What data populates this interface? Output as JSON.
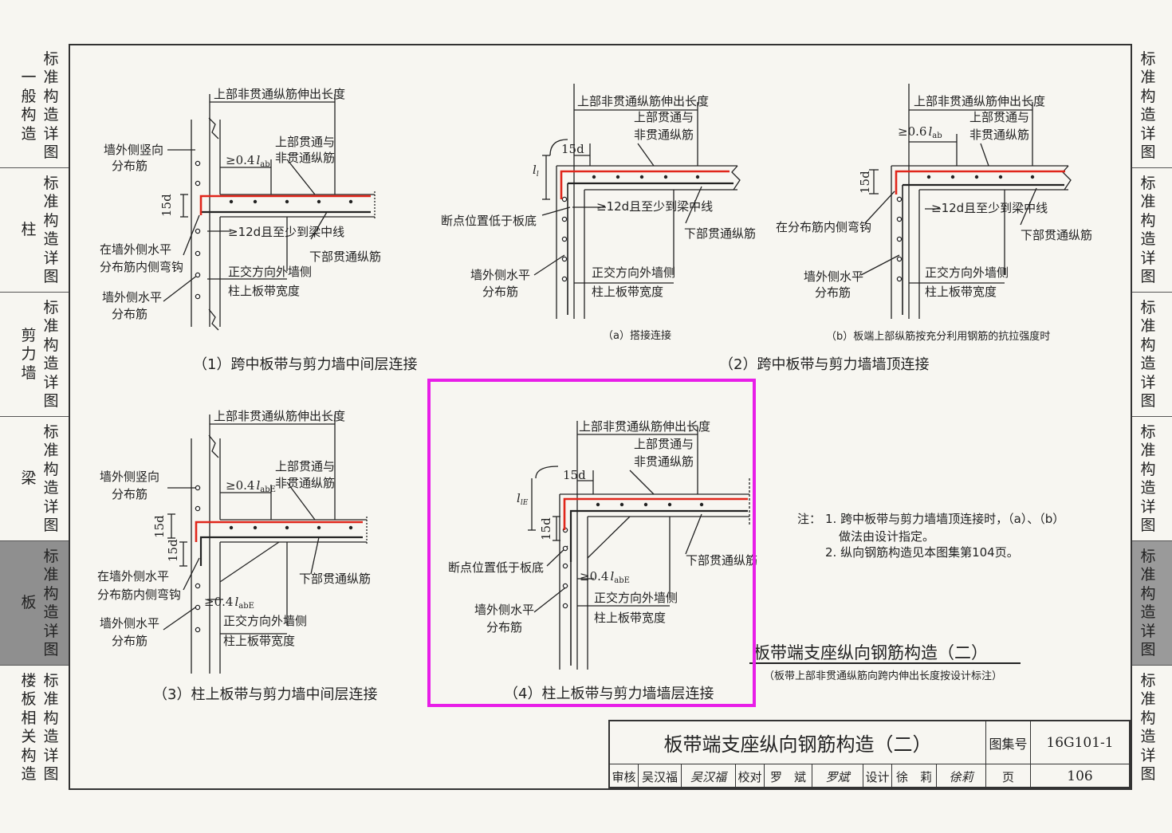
{
  "left_tabs": [
    {
      "left": "一般构造",
      "right": "标准构造详图"
    },
    {
      "left": "柱",
      "right": "标准构造详图"
    },
    {
      "left": "剪力墙",
      "right": "标准构造详图"
    },
    {
      "left": "梁",
      "right": "标准构造详图"
    },
    {
      "left": "板",
      "right": "标准构造详图",
      "active": true
    },
    {
      "left": "楼板相关构造",
      "right": "标准构造详图"
    }
  ],
  "right_tabs": [
    {
      "text": "标准构造详图"
    },
    {
      "text": "标准构造详图"
    },
    {
      "text": "标准构造详图"
    },
    {
      "text": "标准构造详图"
    },
    {
      "text": "标准构造详图",
      "active": true
    },
    {
      "text": "标准构造详图"
    }
  ],
  "diagram1": {
    "caption": "（1）跨中板带与剪力墙中间层连接",
    "top_dim": "上部非贯通纵筋伸出长度",
    "upper_bars": "上部贯通与",
    "upper_bars2": "非贯通纵筋",
    "wall_vert": "墙外侧竖向",
    "wall_vert2": "分布筋",
    "anchor": "≥0.4",
    "anchor_sub": "ab",
    "bend": "15d",
    "d12": "≥12d且至少到梁中线",
    "hook": "在墙外侧水平",
    "hook2": "分布筋内侧弯钩",
    "bottom": "下部贯通纵筋",
    "ortho": "正交方向外墙侧",
    "ortho2": "柱上板带宽度",
    "horiz": "墙外侧水平",
    "horiz2": "分布筋"
  },
  "diagram2a": {
    "caption": "（a）搭接连接",
    "top_dim": "上部非贯通纵筋伸出长度",
    "upper_bars": "上部贯通与",
    "upper_bars2": "非贯通纵筋",
    "bend": "15d",
    "ll": "l",
    "ll_sub": "l",
    "d12": "≥12d且至少到梁中线",
    "break": "断点位置低于板底",
    "bottom": "下部贯通纵筋",
    "horiz": "墙外侧水平",
    "horiz2": "分布筋",
    "ortho": "正交方向外墙侧",
    "ortho2": "柱上板带宽度"
  },
  "diagram2b": {
    "caption": "（b）板端上部纵筋按充分利用钢筋的抗拉强度时",
    "top_dim": "上部非贯通纵筋伸出长度",
    "anchor": "≥0.6",
    "anchor_sub": "ab",
    "upper_bars": "上部贯通与",
    "upper_bars2": "非贯通纵筋",
    "bend": "15d",
    "d12": "≥12d且至少到梁中线",
    "hook": "在分布筋内侧弯钩",
    "bottom": "下部贯通纵筋",
    "horiz": "墙外侧水平",
    "horiz2": "分布筋",
    "ortho": "正交方向外墙侧",
    "ortho2": "柱上板带宽度"
  },
  "diagram2_caption": "（2）跨中板带与剪力墙墙顶连接",
  "diagram3": {
    "caption": "（3）柱上板带与剪力墙中间层连接",
    "top_dim": "上部非贯通纵筋伸出长度",
    "upper_bars": "上部贯通与",
    "upper_bars2": "非贯通纵筋",
    "wall_vert": "墙外侧竖向",
    "wall_vert2": "分布筋",
    "anchor": "≥0.4",
    "anchor_sub": "abE",
    "bend1": "15d",
    "bend2": "15d",
    "hook": "在墙外侧水平",
    "hook2": "分布筋内侧弯钩",
    "bottom": "下部贯通纵筋",
    "anchor_b": "≥0.4",
    "anchor_b_sub": "abE",
    "ortho": "正交方向外墙侧",
    "ortho2": "柱上板带宽度",
    "horiz": "墙外侧水平",
    "horiz2": "分布筋"
  },
  "diagram4": {
    "caption": "（4）柱上板带与剪力墙墙层连接",
    "top_dim": "上部非贯通纵筋伸出长度",
    "upper_bars": "上部贯通与",
    "upper_bars2": "非贯通纵筋",
    "bend1": "15d",
    "bend2": "15d",
    "ll": "l",
    "ll_sub": "lE",
    "break": "断点位置低于板底",
    "bottom": "下部贯通纵筋",
    "anchor": "≥0.4",
    "anchor_sub": "abE",
    "ortho": "正交方向外墙侧",
    "ortho2": "柱上板带宽度",
    "horiz": "墙外侧水平",
    "horiz2": "分布筋"
  },
  "notes": {
    "label": "注：",
    "line1": "1. 跨中板带与剪力墙墙顶连接时，（a）、（b）",
    "line2": "做法由设计指定。",
    "line3": "2. 纵向钢筋构造见本图集第104页。"
  },
  "section_title": "板带端支座纵向钢筋构造（二）",
  "section_subtitle": "（板带上部非贯通纵筋向跨内伸出长度按设计标注）",
  "title_block": {
    "title": "板带端支座纵向钢筋构造（二）",
    "atlas_label": "图集号",
    "atlas_no": "16G101-1",
    "page_label": "页",
    "page_no": "106",
    "review_label": "审核",
    "review_name": "吴汉福",
    "review_sign": "吴汉福",
    "check_label": "校对",
    "check_name": "罗　斌",
    "check_sign": "罗斌",
    "design_label": "设计",
    "design_name": "徐　莉",
    "design_sign": "徐莉"
  },
  "colors": {
    "rebar_red": "#e0261b",
    "highlight": "#e81ee8",
    "line": "#222222"
  }
}
